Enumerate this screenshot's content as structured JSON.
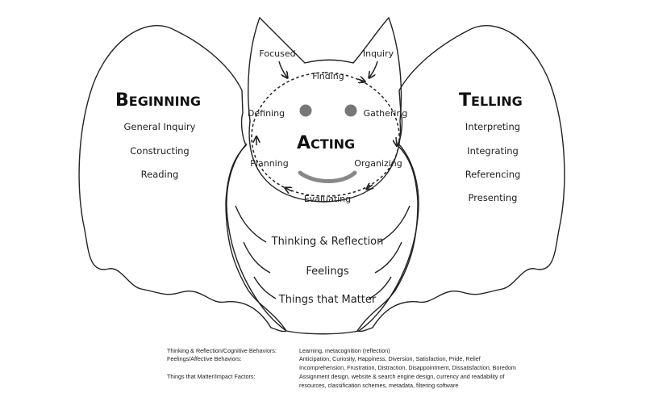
{
  "beginning": {
    "title_cap": "B",
    "title_rest": "EGINNING",
    "items": [
      "General Inquiry",
      "Constructing",
      "Reading"
    ]
  },
  "telling": {
    "title_cap": "T",
    "title_rest": "ELLING",
    "items": [
      "Interpreting",
      "Integrating",
      "Referencing",
      "Presenting"
    ]
  },
  "acting": {
    "title_cap": "A",
    "title_rest": "CTING",
    "cycle": {
      "finding": "Finding",
      "gathering": "Gathering",
      "organizing": "Organizing",
      "evaluating": "Evaluating",
      "planning": "Planning",
      "defining": "Defining"
    },
    "ears": {
      "left": "Focused",
      "right": "Inquiry"
    }
  },
  "body_items": [
    "Thinking & Reflection",
    "Feelings",
    "Things that Matter"
  ],
  "legend": [
    {
      "term": "Thinking & Reflection/Cognitive Behaviors:",
      "lines": [
        "Learning, metacognition (reflection)"
      ]
    },
    {
      "term": "Feelings/Affective Behaviors:",
      "lines": [
        "Anticipation, Curiosity, Happiness, Diversion, Satisfaction, Pride, Relief",
        "Incomprehension, Frustration, Distraction, Disappointment, Dissatisfaction, Boredom"
      ]
    },
    {
      "term": "Things that Matter/Impact Factors:",
      "lines": [
        "Assignment design, website & search engine design, currency and readability of",
        "resources, classification schemes, metadata, filtering software"
      ]
    }
  ],
  "colors": {
    "outline": "#222222",
    "eyes": "#777777",
    "smile": "#888888"
  }
}
